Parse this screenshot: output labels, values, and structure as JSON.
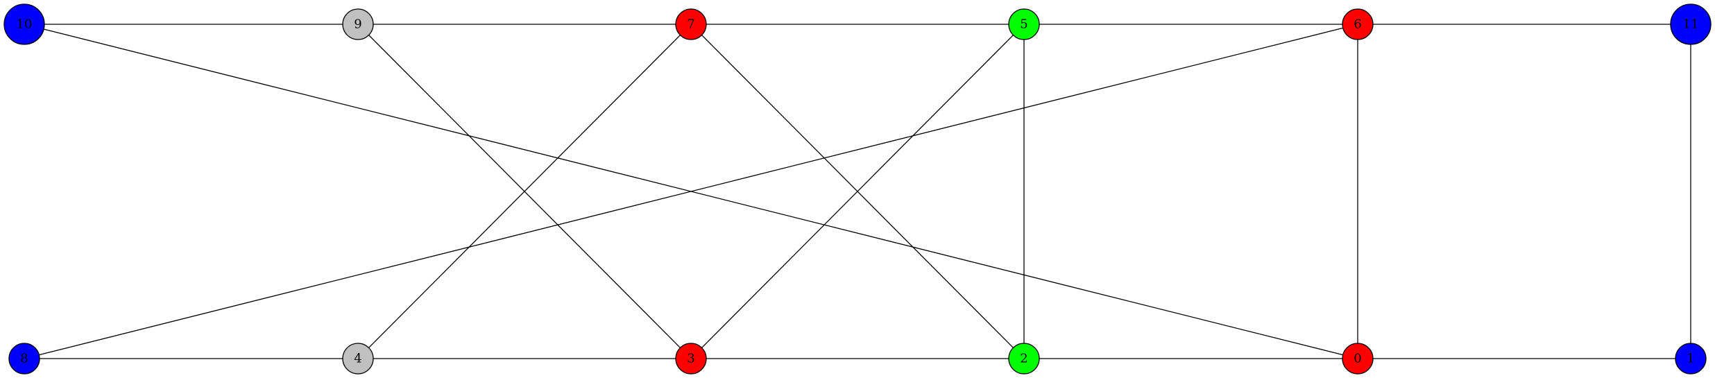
{
  "graph": {
    "nodes": [
      {
        "id": "0",
        "label": "0",
        "color": "#ff0000"
      },
      {
        "id": "1",
        "label": "1",
        "color": "#0000ff"
      },
      {
        "id": "2",
        "label": "2",
        "color": "#00ff00"
      },
      {
        "id": "3",
        "label": "3",
        "color": "#ff0000"
      },
      {
        "id": "4",
        "label": "4",
        "color": "#c0c0c0"
      },
      {
        "id": "5",
        "label": "5",
        "color": "#00ff00"
      },
      {
        "id": "6",
        "label": "6",
        "color": "#ff0000"
      },
      {
        "id": "7",
        "label": "7",
        "color": "#ff0000"
      },
      {
        "id": "8",
        "label": "8",
        "color": "#0000ff"
      },
      {
        "id": "9",
        "label": "9",
        "color": "#c0c0c0"
      },
      {
        "id": "10",
        "label": "10",
        "color": "#0000ff"
      },
      {
        "id": "11",
        "label": "11",
        "color": "#0000ff"
      }
    ],
    "edges": [
      [
        "10",
        "9"
      ],
      [
        "9",
        "7"
      ],
      [
        "7",
        "5"
      ],
      [
        "5",
        "6"
      ],
      [
        "6",
        "11"
      ],
      [
        "8",
        "4"
      ],
      [
        "4",
        "3"
      ],
      [
        "3",
        "2"
      ],
      [
        "2",
        "0"
      ],
      [
        "0",
        "1"
      ],
      [
        "10",
        "0"
      ],
      [
        "9",
        "3"
      ],
      [
        "7",
        "4"
      ],
      [
        "7",
        "2"
      ],
      [
        "5",
        "3"
      ],
      [
        "5",
        "2"
      ],
      [
        "6",
        "8"
      ],
      [
        "6",
        "0"
      ],
      [
        "11",
        "1"
      ]
    ]
  }
}
